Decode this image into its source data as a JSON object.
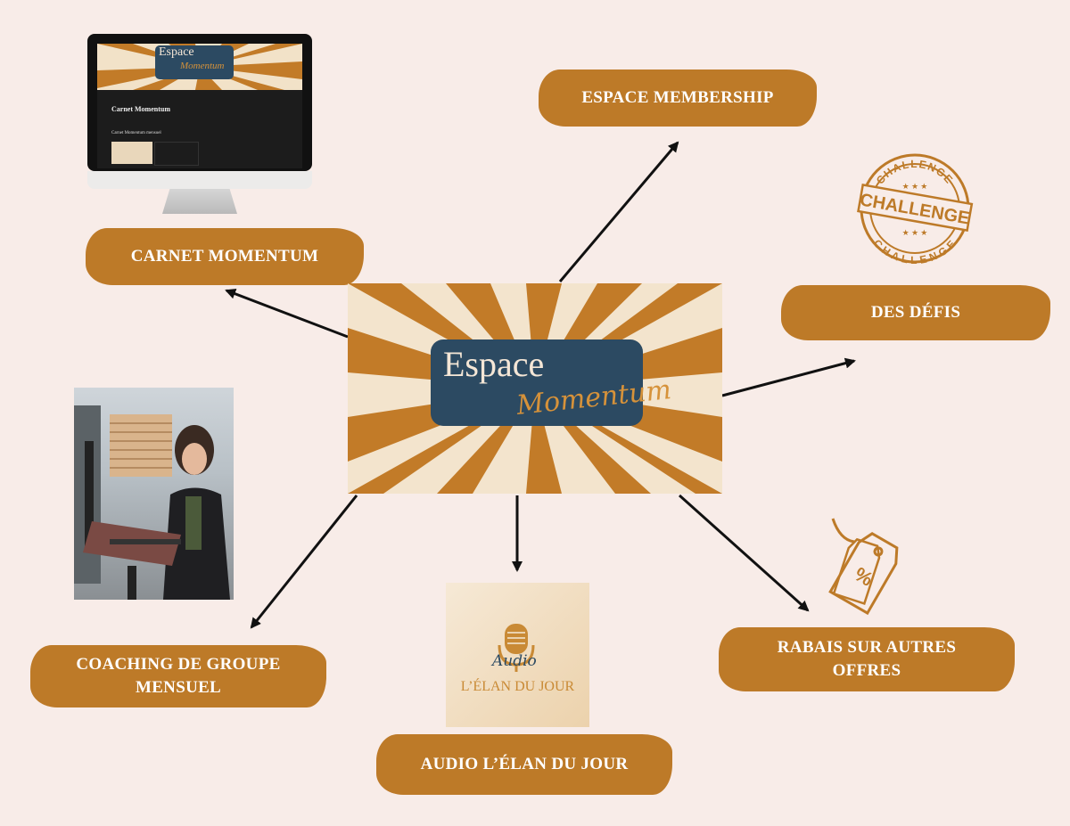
{
  "center_logo": {
    "line1": "Espace",
    "line2": "Momentum"
  },
  "labels": {
    "carnet": "CARNET MOMENTUM",
    "membership": "ESPACE MEMBERSHIP",
    "defis": "DES DÉFIS",
    "coaching_line1": "COACHING DE GROUPE",
    "coaching_line2": "MENSUEL",
    "audio": "AUDIO L’ÉLAN DU JOUR",
    "rabais_line1": "RABAIS SUR AUTRES",
    "rabais_line2": "OFFRES"
  },
  "monitor_screen": {
    "logo_line1": "Espace",
    "logo_line2": "Momentum",
    "page_title": "Carnet Momentum",
    "section_title": "Carnet Momentum mensuel"
  },
  "podcast": {
    "audio": "Audio",
    "title": "L’ÉLAN DU JOUR"
  },
  "stamp": {
    "top": "CHALLENGE",
    "middle": "CHALLENGE",
    "bottom": "CHALLENGE"
  },
  "tag_symbol": "%",
  "colors": {
    "accent": "#bd7a28",
    "navy": "#2c4a62",
    "background": "#f8ece8",
    "cream": "#f3e4cd"
  },
  "icons": [
    "challenge-stamp-icon",
    "price-tag-icon",
    "microphone-icon",
    "desktop-monitor-icon"
  ]
}
